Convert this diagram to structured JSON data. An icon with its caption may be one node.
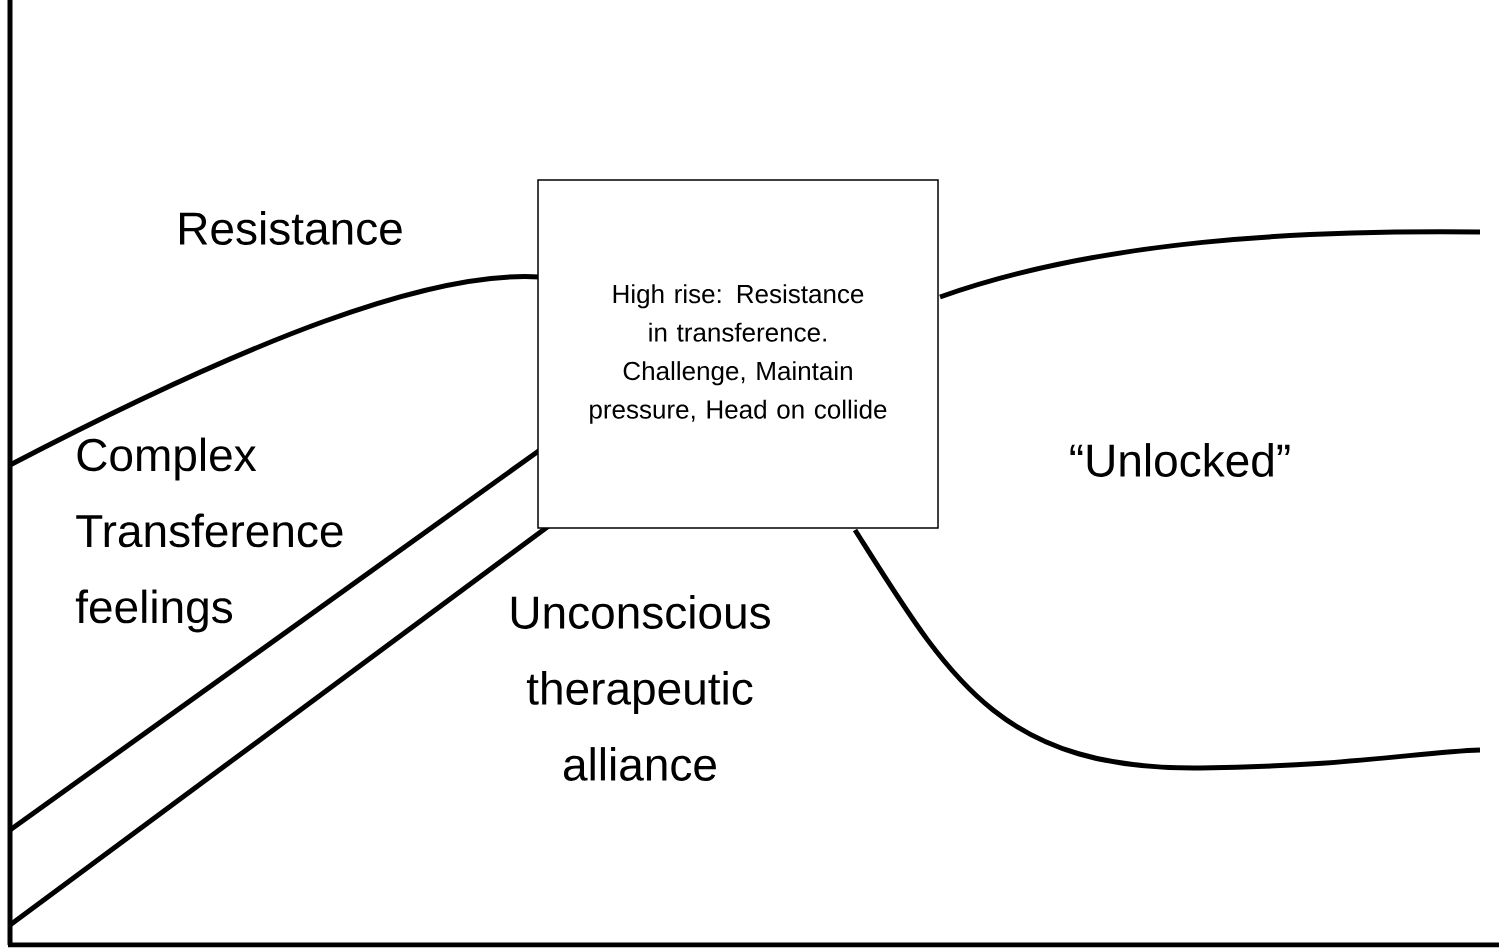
{
  "diagram": {
    "nodes": [
      {
        "text": [
          "High rise: Resistance in transference. Challenge, Maintain pressure, Head on collide"
        ]
      }
    ],
    "labels": [
      "Resistance",
      "Complex Transference feelings",
      "Unconscious therapeutic alliance",
      "“Unlocked”"
    ]
  }
}
